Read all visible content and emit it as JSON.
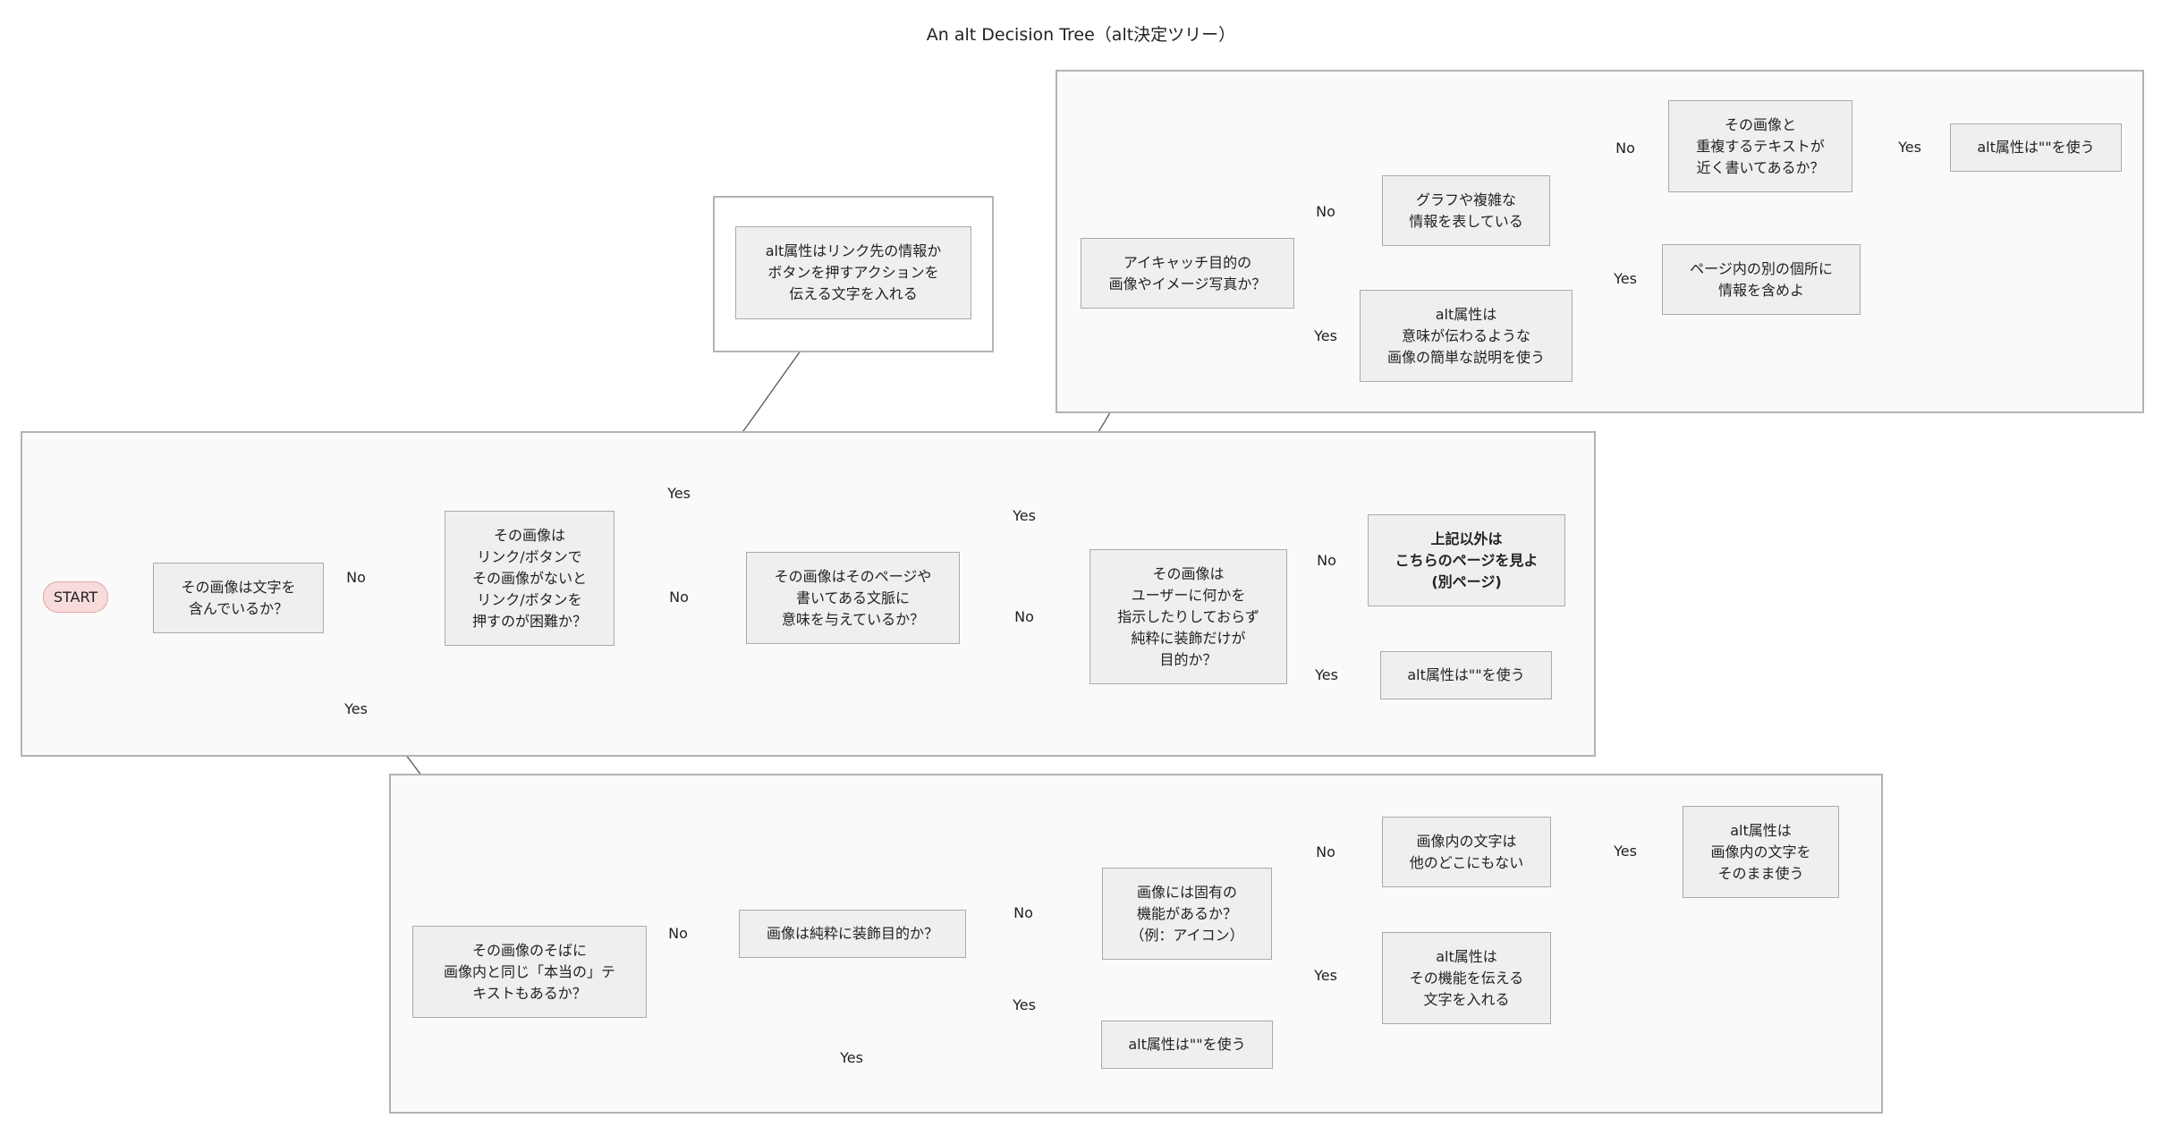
{
  "title": "An alt Decision Tree（alt決定ツリー）",
  "nodes": {
    "start": "START",
    "q1": "その画像は文字を\n含んでいるか？",
    "q2": "その画像は\nリンク/ボタンで\nその画像がないと\nリンク/ボタンを\n押すのが困難か？",
    "a_link": "alt属性はリンク先の情報か\nボタンを押すアクションを\n伝える文字を入れる",
    "q3": "その画像はそのページや\n書いてある文脈に\n意味を与えているか？",
    "q4": "その画像は\nユーザーに何かを\n指示したりしておらず\n純粋に装飾だけが\n目的か？",
    "a_other": "上記以外は\nこちらのページを見よ\n(別ページ)",
    "a_empty1": "alt属性は\"\"を使う",
    "q5": "アイキャッチ目的の\n画像やイメージ写真か？",
    "q6": "グラフや複雑な\n情報を表している",
    "a_simple": "alt属性は\n意味が伝わるような\n画像の簡単な説明を使う",
    "q7": "その画像と\n重複するテキストが\n近く書いてあるか？",
    "a_elsewhere": "ページ内の別の個所に\n情報を含めよ",
    "a_empty2": "alt属性は\"\"を使う",
    "q8": "その画像のそばに\n画像内と同じ「本当の」テ\nキストもあるか？",
    "q9": "画像は純粋に装飾目的か？",
    "q10": "画像には固有の\n機能があるか？\n（例：アイコン）",
    "q11": "画像内の文字は\n他のどこにもない",
    "a_text": "alt属性は\n画像内の文字を\nそのまま使う",
    "a_func": "alt属性は\nその機能を伝える\n文字を入れる",
    "a_empty3": "alt属性は\"\"を使う"
  },
  "edges": [
    {
      "from": "start",
      "to": "q1",
      "label": ""
    },
    {
      "from": "q1",
      "to": "q2",
      "label": "No"
    },
    {
      "from": "q1",
      "to": "q8",
      "label": "Yes"
    },
    {
      "from": "q2",
      "to": "a_link",
      "label": "Yes"
    },
    {
      "from": "q2",
      "to": "q3",
      "label": "No"
    },
    {
      "from": "q3",
      "to": "q5",
      "label": "Yes"
    },
    {
      "from": "q3",
      "to": "q4",
      "label": "No"
    },
    {
      "from": "q4",
      "to": "a_other",
      "label": "No"
    },
    {
      "from": "q4",
      "to": "a_empty1",
      "label": "Yes"
    },
    {
      "from": "q5",
      "to": "q6",
      "label": "No"
    },
    {
      "from": "q5",
      "to": "a_simple",
      "label": "Yes"
    },
    {
      "from": "q6",
      "to": "q7",
      "label": "No"
    },
    {
      "from": "q6",
      "to": "a_elsewhere",
      "label": "Yes"
    },
    {
      "from": "q7",
      "to": "a_empty2",
      "label": "Yes"
    },
    {
      "from": "q8",
      "to": "q9",
      "label": "No"
    },
    {
      "from": "q8",
      "to": "a_empty3",
      "label": "Yes"
    },
    {
      "from": "q9",
      "to": "q10",
      "label": "No"
    },
    {
      "from": "q9",
      "to": "a_empty3",
      "label": "Yes"
    },
    {
      "from": "q10",
      "to": "q11",
      "label": "No"
    },
    {
      "from": "q10",
      "to": "a_func",
      "label": "Yes"
    },
    {
      "from": "q11",
      "to": "a_text",
      "label": "Yes"
    }
  ],
  "colors": {
    "start_fill": "#f8dcdc",
    "node_fill": "#efefef",
    "group_fill": "#fafafa",
    "edge": "#555555"
  }
}
